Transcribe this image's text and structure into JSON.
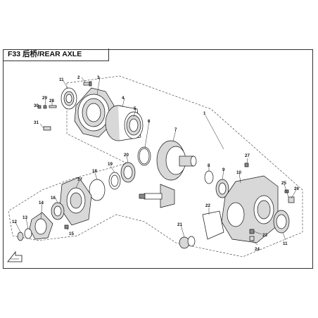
{
  "diagram": {
    "title": "F33 后桥/REAR AXLE",
    "callouts": [
      "1",
      "2",
      "3",
      "4",
      "5",
      "6",
      "7",
      "8",
      "9",
      "10",
      "11",
      "11",
      "12",
      "13",
      "14",
      "15",
      "16",
      "17",
      "18",
      "19",
      "20",
      "21",
      "22",
      "23",
      "24",
      "25",
      "26",
      "27",
      "28",
      "29",
      "30",
      "31"
    ]
  },
  "icons": {
    "front_arrow": "front-direction-arrow-icon"
  }
}
